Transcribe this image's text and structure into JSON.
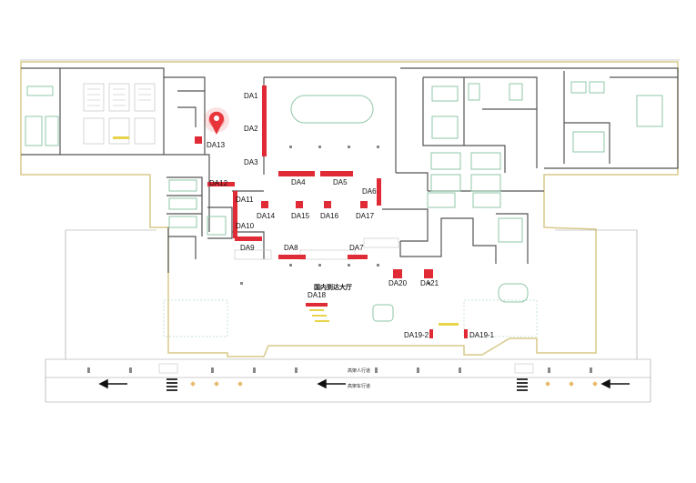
{
  "colors": {
    "marker": "#e02a35",
    "pin": "#e8353b",
    "wall": "#555555",
    "outline": "#d8c98a",
    "furniture": "#8fc7a8",
    "accent_yellow": "#e8d44a"
  },
  "hall_label": "国内到达大厅",
  "walkway_label": "高架人行道",
  "road_label": "高架车行道",
  "location_pin": {
    "name": "location-pin-icon",
    "at": "DA13"
  },
  "markers": [
    {
      "id": "DA1",
      "label": "DA1"
    },
    {
      "id": "DA2",
      "label": "DA2"
    },
    {
      "id": "DA3",
      "label": "DA3"
    },
    {
      "id": "DA4",
      "label": "DA4"
    },
    {
      "id": "DA5",
      "label": "DA5"
    },
    {
      "id": "DA6",
      "label": "DA6"
    },
    {
      "id": "DA7",
      "label": "DA7"
    },
    {
      "id": "DA8",
      "label": "DA8"
    },
    {
      "id": "DA9",
      "label": "DA9"
    },
    {
      "id": "DA10",
      "label": "DA10"
    },
    {
      "id": "DA11",
      "label": "DA11"
    },
    {
      "id": "DA12",
      "label": "DA12"
    },
    {
      "id": "DA13",
      "label": "DA13"
    },
    {
      "id": "DA14",
      "label": "DA14"
    },
    {
      "id": "DA15",
      "label": "DA15"
    },
    {
      "id": "DA16",
      "label": "DA16"
    },
    {
      "id": "DA17",
      "label": "DA17"
    },
    {
      "id": "DA18",
      "label": "DA18"
    },
    {
      "id": "DA19-1",
      "label": "DA19-1"
    },
    {
      "id": "DA19-2",
      "label": "DA19-2"
    },
    {
      "id": "DA20",
      "label": "DA20"
    },
    {
      "id": "DA21",
      "label": "DA21"
    }
  ]
}
